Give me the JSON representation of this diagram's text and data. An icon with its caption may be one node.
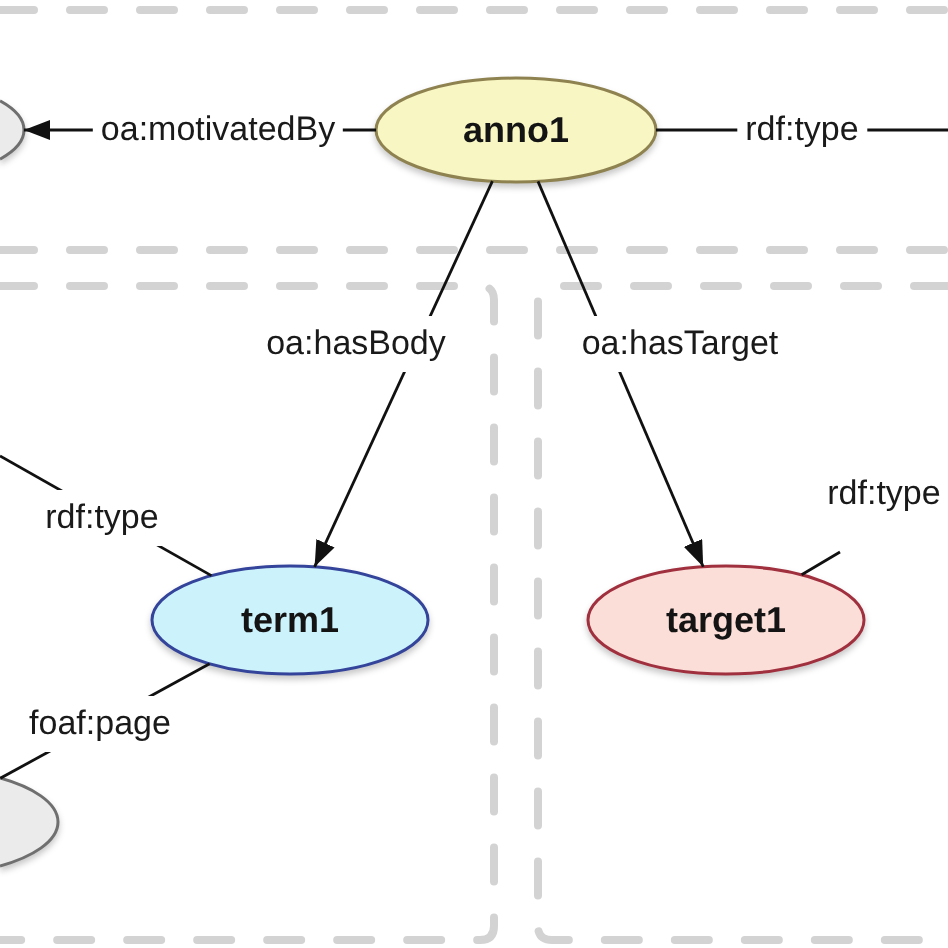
{
  "diagram": {
    "nodes": [
      {
        "text": [],
        "shape": "box"
      },
      {
        "text": [],
        "shape": "ellipse",
        "in": 0
      },
      {
        "text": [
          "anno1"
        ],
        "in": 0
      },
      {
        "text": [],
        "shape": "box"
      },
      {
        "text": [],
        "shape": "box"
      },
      {
        "text": [
          "term1"
        ],
        "in": 3
      },
      {
        "text": [
          "target1"
        ],
        "in": 4
      },
      {
        "text": [],
        "shape": "ellipse",
        "in": 3
      }
    ],
    "edges": [
      {
        "from": 2,
        "to": 1,
        "arrow": "to",
        "label": "oa:motivatedBy"
      },
      {
        "from": 2,
        "to": null,
        "arrow": "none",
        "label": "rdf:type"
      },
      {
        "from": 2,
        "to": 5,
        "arrow": "to",
        "label": "oa:hasBody"
      },
      {
        "from": 2,
        "to": 6,
        "arrow": "to",
        "label": "oa:hasTarget"
      },
      {
        "from": 5,
        "to": null,
        "arrow": "none",
        "label": "rdf:type"
      },
      {
        "from": 5,
        "to": 7,
        "arrow": "none",
        "label": "foaf:page"
      },
      {
        "from": 6,
        "to": null,
        "arrow": "none",
        "label": "rdf:type"
      }
    ]
  }
}
